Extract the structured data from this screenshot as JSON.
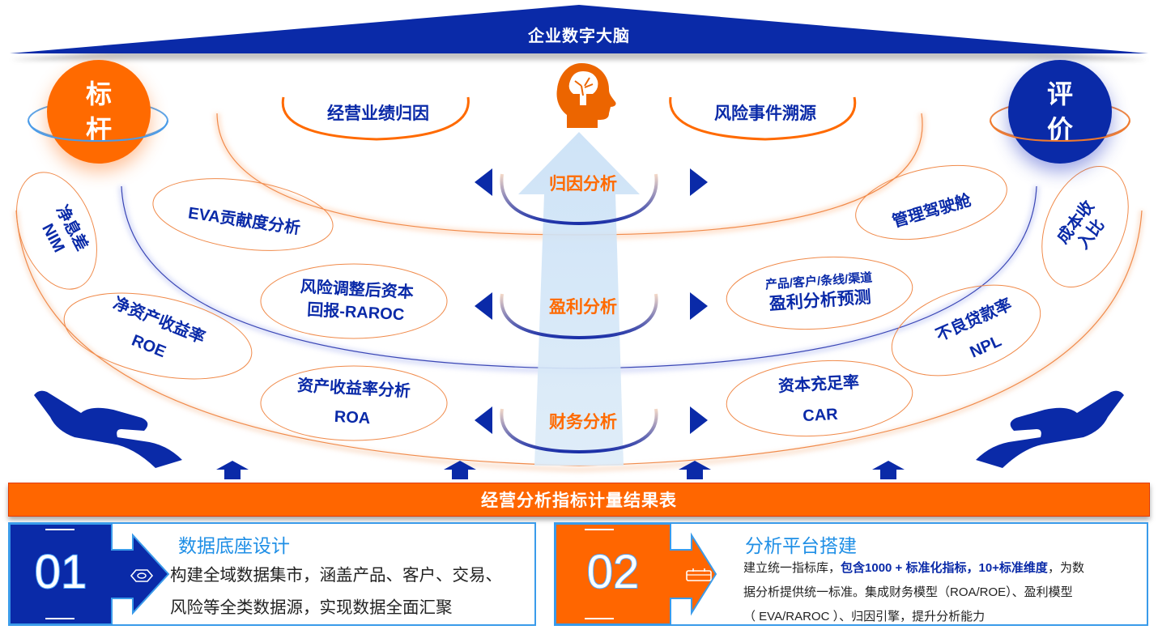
{
  "header": {
    "title": "企业数字大脑"
  },
  "side_badges": {
    "left": {
      "line1": "标",
      "line2": "杆",
      "color": "#ff6a00"
    },
    "right": {
      "line1": "评",
      "line2": "价",
      "color": "#0a2aa8"
    }
  },
  "center_icon": "brain-head-icon",
  "layers": [
    {
      "label": "归因分析",
      "left_item": "经营业绩归因",
      "right_item": "风险事件溯源"
    },
    {
      "label": "盈利分析",
      "left_item_top": "EVA贡献度分析",
      "right_item_top": "管理驾驶舱",
      "left_item_line1": "风险调整后资本",
      "left_item_line2": "回报-RAROC",
      "right_item_line1": "产品/客户/条线/渠道",
      "right_item_line2": "盈利分析预测"
    },
    {
      "label": "财务分析",
      "left_item_line1": "资产收益率分析",
      "left_item_line2": "ROA",
      "right_item_line1": "资本充足率",
      "right_item_line2": "CAR"
    }
  ],
  "outer_metrics": {
    "nim": {
      "line1": "净息差",
      "line2": "NIM"
    },
    "roe": {
      "line1": "净资产收益率",
      "line2": "ROE"
    },
    "cost_income": {
      "line1": "成本收",
      "line2": "入比"
    },
    "npl": {
      "line1": "不良贷款率",
      "line2": "NPL"
    }
  },
  "banner": {
    "title": "经营分析指标计量结果表"
  },
  "cards": [
    {
      "number": "01",
      "title": "数据底座设计",
      "icon": "hexagon-eye-icon",
      "accent": "#0a2aa8",
      "desc_line1": "构建全域数据集市，涵盖产品、客户、交易、",
      "desc_line2": "风险等全类数据源，实现数据全面汇聚"
    },
    {
      "number": "02",
      "title": "分析平台搭建",
      "icon": "toolbox-icon",
      "accent": "#ff6600",
      "desc_l1_a": "建立统一指标库，",
      "desc_l1_b": "包含1000 + 标准化指标，10+标准维度",
      "desc_l1_c": "，为数",
      "desc_line2": "据分析提供统一标准。集成财务模型（ROA/ROE）、盈利模型",
      "desc_line3": "（ EVA/RAROC ）、归因引擎，提升分析能力"
    }
  ],
  "colors": {
    "primary_blue": "#0a2aa8",
    "accent_orange": "#ff6600",
    "light_blue": "#3a9bea"
  }
}
